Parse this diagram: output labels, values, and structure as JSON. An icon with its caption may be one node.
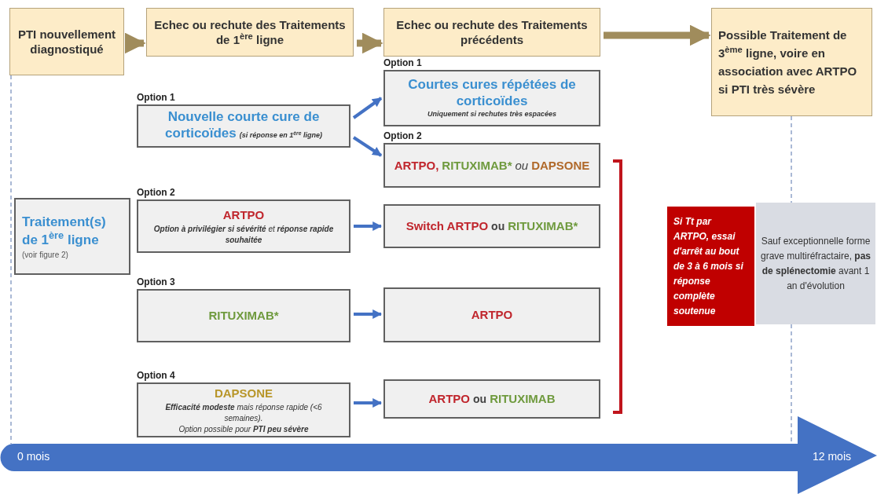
{
  "diagram": {
    "nodes": [
      {
        "text": [
          "PTI nouvellement diagnostiqué"
        ]
      },
      {
        "text": [
          "Echec ou rechute des Traitements de 1$^{ère}$ ligne"
        ]
      },
      {
        "text": [
          "Echec ou rechute des Traitements précédents"
        ]
      },
      {
        "text": [
          "Possible Traitement de 3$^{ème}$ ligne, voire en association avec ARTPO si PTI très sévère"
        ]
      },
      {
        "text": [
          "Option 1",
          "Nouvelle courte cure de corticoïdes",
          "(si réponse en 1$^{ère}$ ligne)"
        ]
      },
      {
        "text": [
          "Option 1",
          "Courtes cures répétées de corticoïdes",
          "Uniquement si rechutes très espacées"
        ]
      },
      {
        "text": [
          "Option 2",
          "ARTPO,",
          "RITUXIMAB*",
          "ou",
          "DAPSONE"
        ]
      },
      {
        "text": [
          "Traitement(s) de 1$^{ère}$ ligne",
          "(voir figure 2)"
        ]
      },
      {
        "text": [
          "Option 2",
          "ARTPO",
          "**Option à privilégier si sévérité** et **réponse rapide souhaitée**"
        ]
      },
      {
        "text": [
          "Switch ARTPO",
          "ou",
          "RITUXIMAB*"
        ]
      },
      {
        "text": [
          "Option 3",
          "RITUXIMAB*"
        ]
      },
      {
        "text": [
          "ARTPO"
        ]
      },
      {
        "text": [
          "Option 4",
          "DAPSONE",
          "**Efficacité modeste** mais réponse rapide (<6 semaines).",
          "Option possible pour **PTI peu sévère**"
        ]
      },
      {
        "text": [
          "ARTPO",
          "ou",
          "RITUXIMAB"
        ]
      },
      {
        "text": [
          "Si Tt par ARTPO, essai d'arrêt au bout de 3 à 6 mois si réponse complète soutenue"
        ]
      },
      {
        "text": [
          "Sauf exceptionnelle forme grave multiréfractaire, **pas de splénectomie** avant 1 an d'évolution"
        ]
      },
      {
        "text": [
          "0 mois",
          "12 mois"
        ]
      }
    ],
    "edges": [
      {
        "from": 0,
        "to": 1,
        "arrow": "to",
        "style": "thick",
        "color": "#a08c5c"
      },
      {
        "from": 1,
        "to": 2,
        "arrow": "to",
        "style": "thick",
        "color": "#a08c5c"
      },
      {
        "from": 2,
        "to": 3,
        "arrow": "to",
        "style": "thick",
        "color": "#a08c5c"
      },
      {
        "from": 4,
        "to": 5,
        "arrow": "to"
      },
      {
        "from": 4,
        "to": 6,
        "arrow": "to"
      },
      {
        "from": 8,
        "to": 9,
        "arrow": "to"
      },
      {
        "from": 10,
        "to": 11,
        "arrow": "to"
      },
      {
        "from": 12,
        "to": 13,
        "arrow": "to"
      },
      {
        "from": 0,
        "to": 16,
        "arrow": "none",
        "style": "dashed",
        "color": "#8fa3c8"
      },
      {
        "from": 3,
        "to": 15,
        "arrow": "none",
        "style": "dashed",
        "color": "#8fa3c8"
      },
      {
        "from": 15,
        "to": 16,
        "arrow": "none",
        "style": "dashed",
        "color": "#8fa3c8"
      }
    ]
  }
}
